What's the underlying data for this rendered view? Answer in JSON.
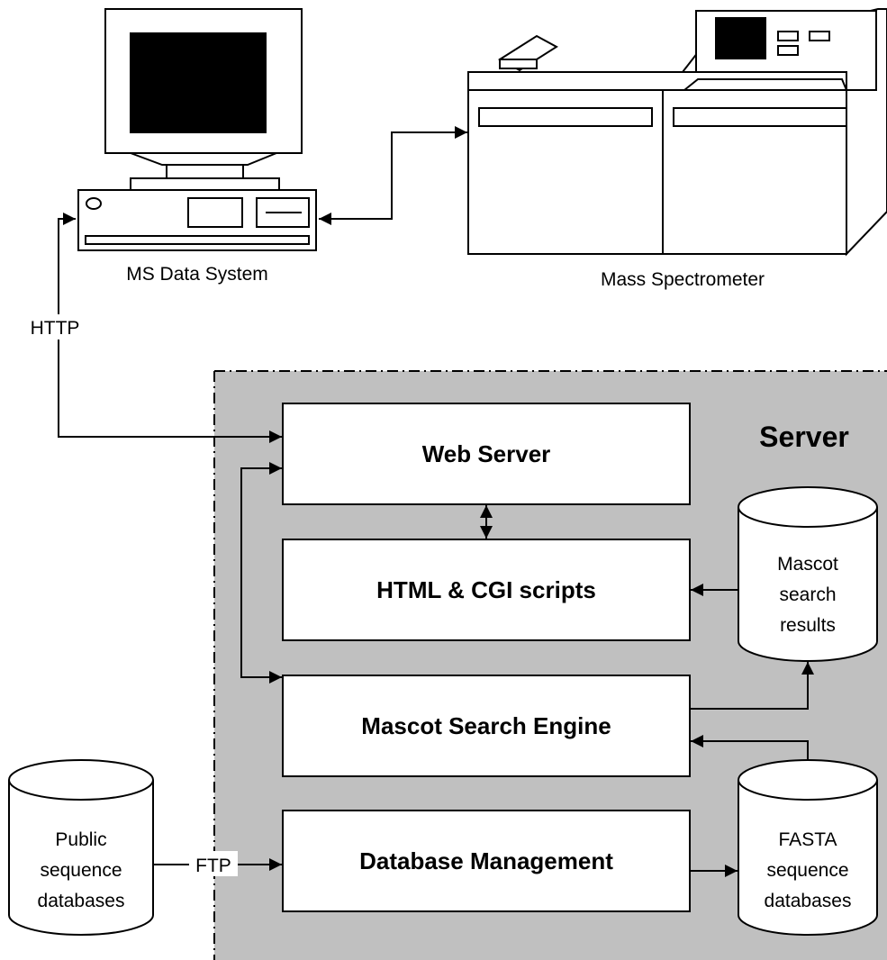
{
  "labels": {
    "ms_data_system": "MS Data System",
    "mass_spectrometer": "Mass Spectrometer",
    "http": "HTTP",
    "ftp": "FTP",
    "server": "Server"
  },
  "boxes": {
    "web_server": "Web Server",
    "html_cgi": "HTML & CGI scripts",
    "search_engine": "Mascot Search Engine",
    "db_management": "Database Management"
  },
  "cylinders": {
    "results": [
      "Mascot",
      "search",
      "results"
    ],
    "fasta": [
      "FASTA",
      "sequence",
      "databases"
    ],
    "public": [
      "Public",
      "sequence",
      "databases"
    ]
  },
  "colors": {
    "server_fill": "#c0c0c0",
    "stroke": "#000000",
    "background": "#ffffff"
  }
}
